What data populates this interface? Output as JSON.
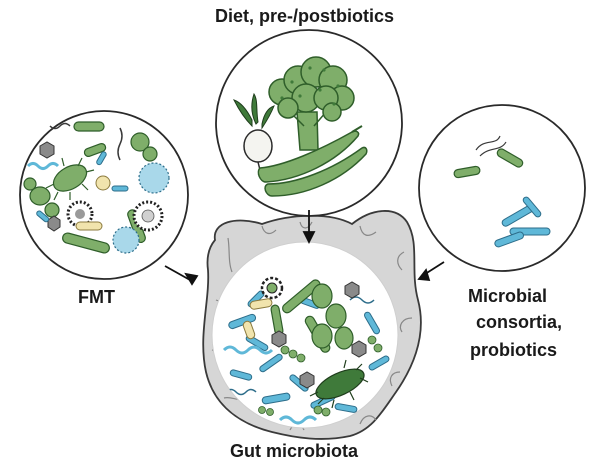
{
  "labels": {
    "diet": "Diet, pre-/postbiotics",
    "fmt": "FMT",
    "consortia_line1": "Microbial",
    "consortia_line2": "consortia,",
    "consortia_line3": "probiotics",
    "gut": "Gut microbiota"
  },
  "icons": [
    "broccoli-icon",
    "banana-icon",
    "beet-icon",
    "bacteria-icon",
    "virus-icon",
    "arrow-icon"
  ],
  "colors": {
    "green": "#7fae6a",
    "dark_green": "#3f7a3a",
    "blue": "#5fb8d8",
    "gut_gray": "#d6d6d6",
    "virus_gray": "#8a8a8a",
    "cream": "#f1e4ad"
  }
}
